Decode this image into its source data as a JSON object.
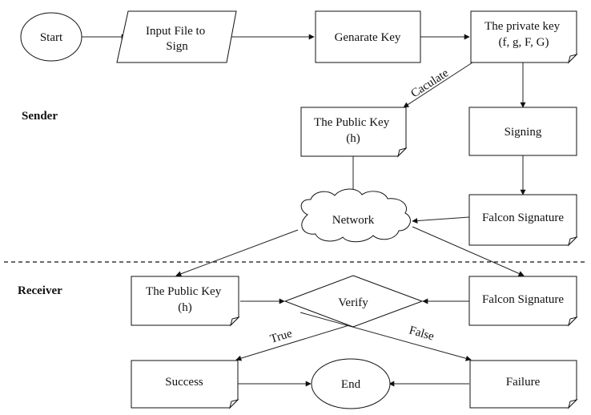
{
  "sections": {
    "sender": "Sender",
    "receiver": "Receiver"
  },
  "nodes": {
    "start": "Start",
    "input_file": [
      "Input File to",
      "Sign"
    ],
    "generate_key": "Genarate Key",
    "private_key": [
      "The private key",
      "(f, g, F, G)"
    ],
    "public_key_sender": [
      "The Public Key",
      "(h)"
    ],
    "signing": "Signing",
    "falcon_signature_sender": "Falcon Signature",
    "network": "Network",
    "public_key_receiver": [
      "The Public Key",
      "(h)"
    ],
    "verify": "Verify",
    "falcon_signature_receiver": "Falcon Signature",
    "success": "Success",
    "end": "End",
    "failure": "Failure"
  },
  "edge_labels": {
    "calculate": "Caculate",
    "true": "True",
    "false": "False"
  }
}
